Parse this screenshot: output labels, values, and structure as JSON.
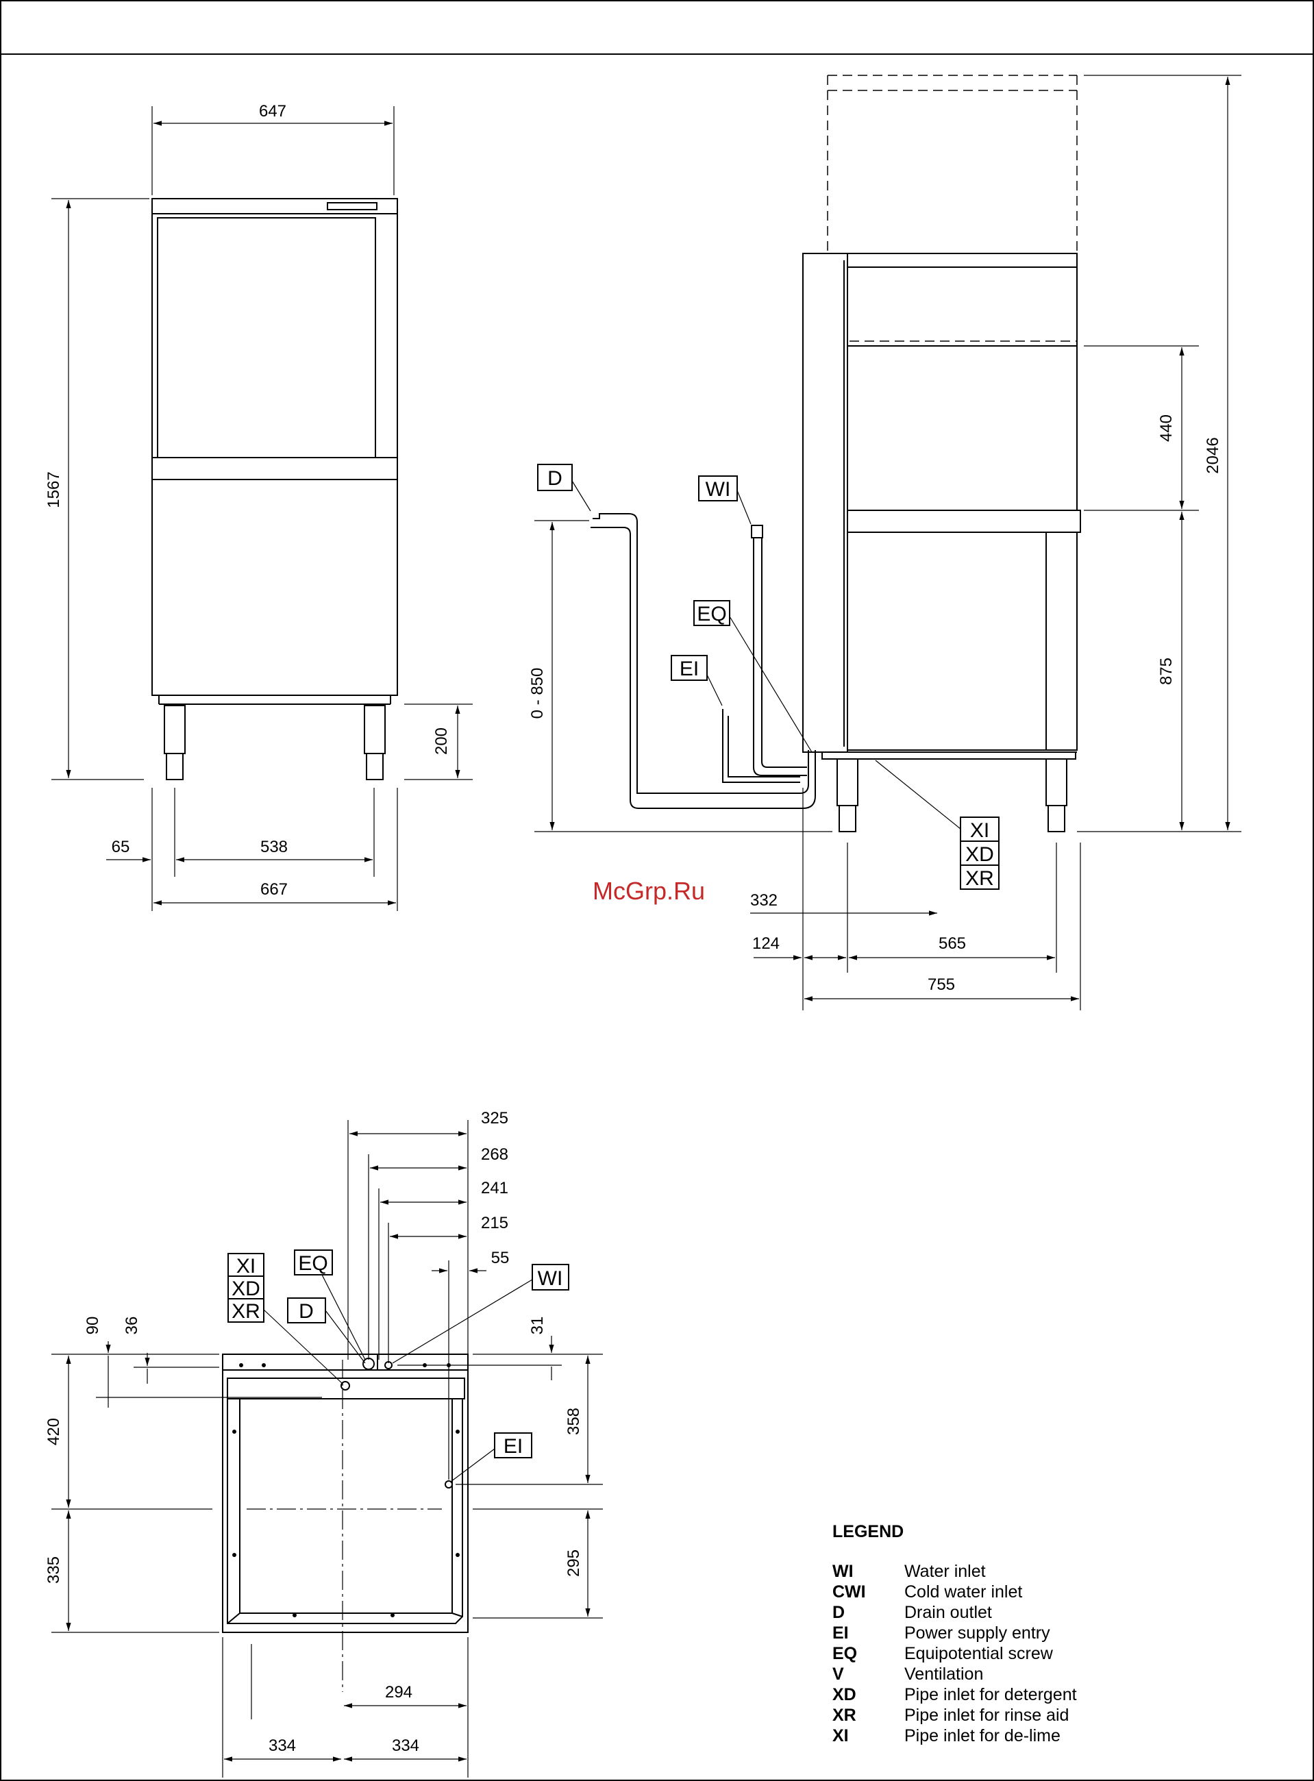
{
  "watermark": "McGrp.Ru",
  "front_view": {
    "dims": {
      "top_width": "647",
      "height": "1567",
      "leg_height": "200",
      "offset_left": "65",
      "feet_spacing": "538",
      "overall_width": "667"
    }
  },
  "side_view": {
    "dims": {
      "total_height": "2046",
      "upper_section": "440",
      "lower_section": "875",
      "drain_range": "0 - 850",
      "pipe_depth": "332",
      "front_offset": "124",
      "feet_depth": "565",
      "overall_depth": "755"
    },
    "tags": {
      "drain": "D",
      "water_inlet": "WI",
      "equipotential": "EQ",
      "power": "EI",
      "xi": "XI",
      "xd": "XD",
      "xr": "XR"
    }
  },
  "plan_view": {
    "dims": {
      "d325": "325",
      "d268": "268",
      "d241": "241",
      "d215": "215",
      "d55": "55",
      "d90": "90",
      "d36": "36",
      "d31": "31",
      "d420": "420",
      "d358": "358",
      "d335": "335",
      "d295": "295",
      "d294": "294",
      "d334_left": "334",
      "d334_right": "334"
    },
    "tags": {
      "xi": "XI",
      "xd": "XD",
      "xr": "XR",
      "eq": "EQ",
      "d": "D",
      "wi": "WI",
      "ei": "EI"
    }
  },
  "legend": {
    "title": "LEGEND",
    "items": [
      {
        "code": "WI",
        "desc": "Water inlet"
      },
      {
        "code": "CWI",
        "desc": "Cold water inlet"
      },
      {
        "code": "D",
        "desc": "Drain outlet"
      },
      {
        "code": "EI",
        "desc": "Power supply entry"
      },
      {
        "code": "EQ",
        "desc": "Equipotential screw"
      },
      {
        "code": "V",
        "desc": "Ventilation"
      },
      {
        "code": "XD",
        "desc": "Pipe inlet for detergent"
      },
      {
        "code": "XR",
        "desc": "Pipe inlet for rinse aid"
      },
      {
        "code": "XI",
        "desc": "Pipe inlet for de-lime"
      }
    ]
  }
}
